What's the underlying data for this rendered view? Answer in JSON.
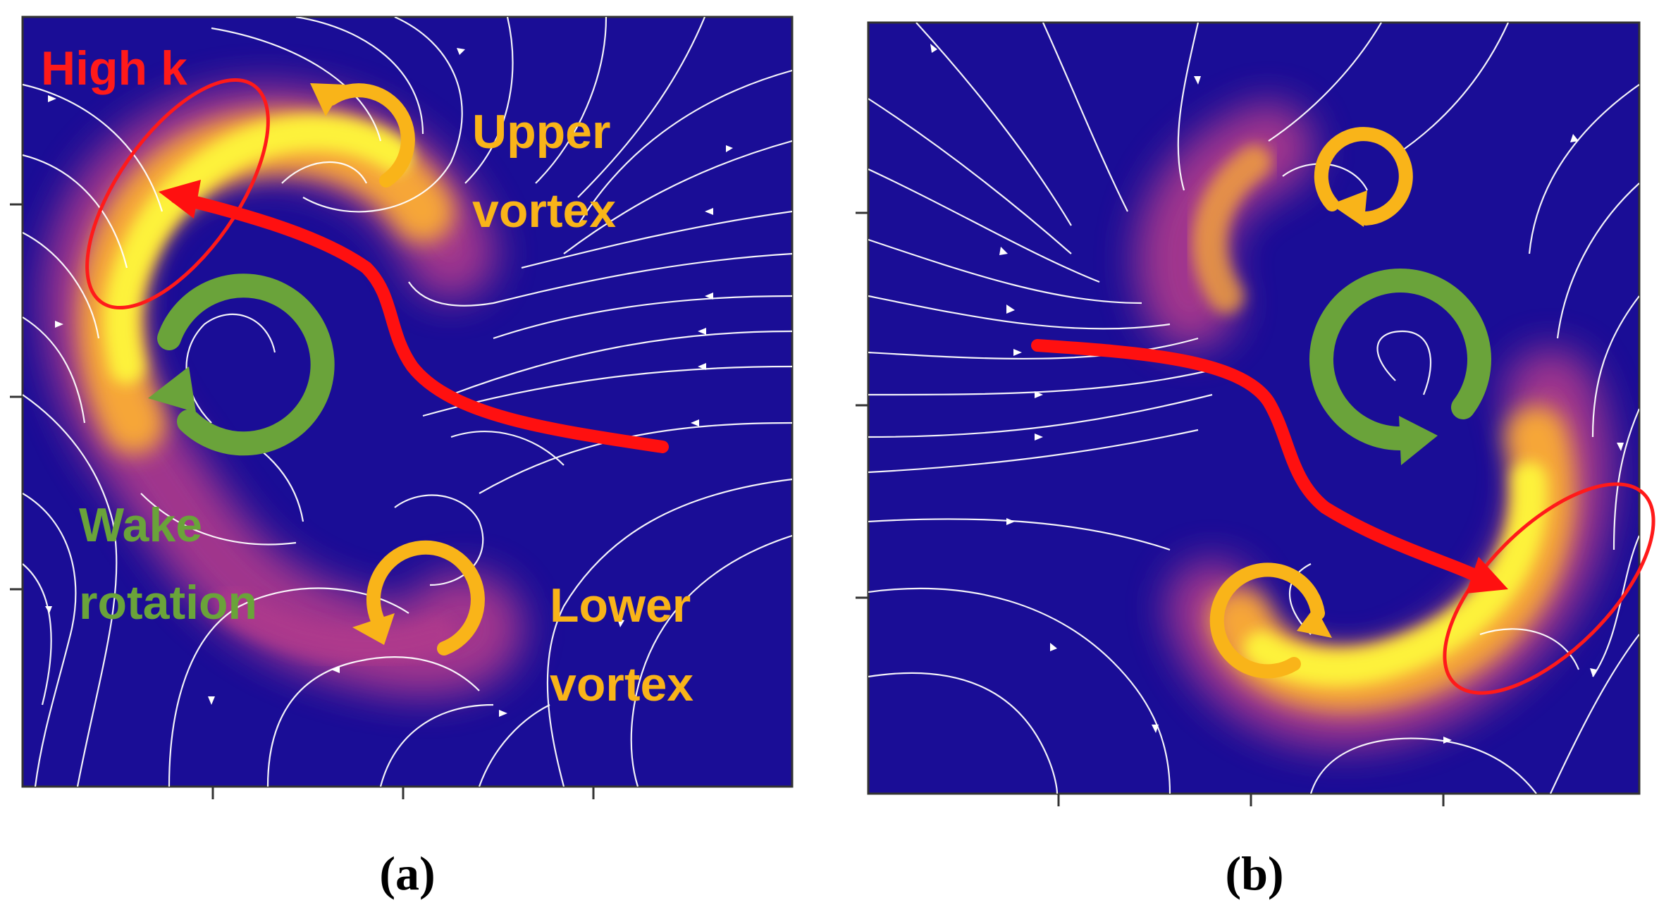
{
  "colors": {
    "background": "#1a0d96",
    "high_k_core": "#fdf23a",
    "high_k_mid": "#f6a638",
    "high_k_edge": "#b13a8c",
    "streamline": "#ffffff",
    "wake_path": "#ff1010",
    "vortex_arrow": "#f9b419",
    "wake_arrow": "#6aa33a",
    "label_red": "#ff1a1a",
    "label_orange": "#f9b419",
    "label_green": "#6aa33a"
  },
  "panels": [
    {
      "id": "a",
      "caption": "(a)",
      "labels": {
        "high_k": "High k",
        "upper_vortex_1": "Upper",
        "upper_vortex_2": "vortex",
        "wake_rotation_1": "Wake",
        "wake_rotation_2": "rotation",
        "lower_vortex_1": "Lower",
        "lower_vortex_2": "vortex"
      },
      "icons": [
        "upper-vortex-arrow-icon",
        "wake-rotation-arrow-icon",
        "lower-vortex-arrow-icon",
        "wake-path-arrow-icon",
        "high-k-ellipse-icon"
      ]
    },
    {
      "id": "b",
      "caption": "(b)",
      "labels": {},
      "icons": [
        "upper-vortex-arrow-icon",
        "wake-rotation-arrow-icon",
        "lower-vortex-arrow-icon",
        "wake-path-arrow-icon",
        "high-k-ellipse-icon"
      ]
    }
  ]
}
